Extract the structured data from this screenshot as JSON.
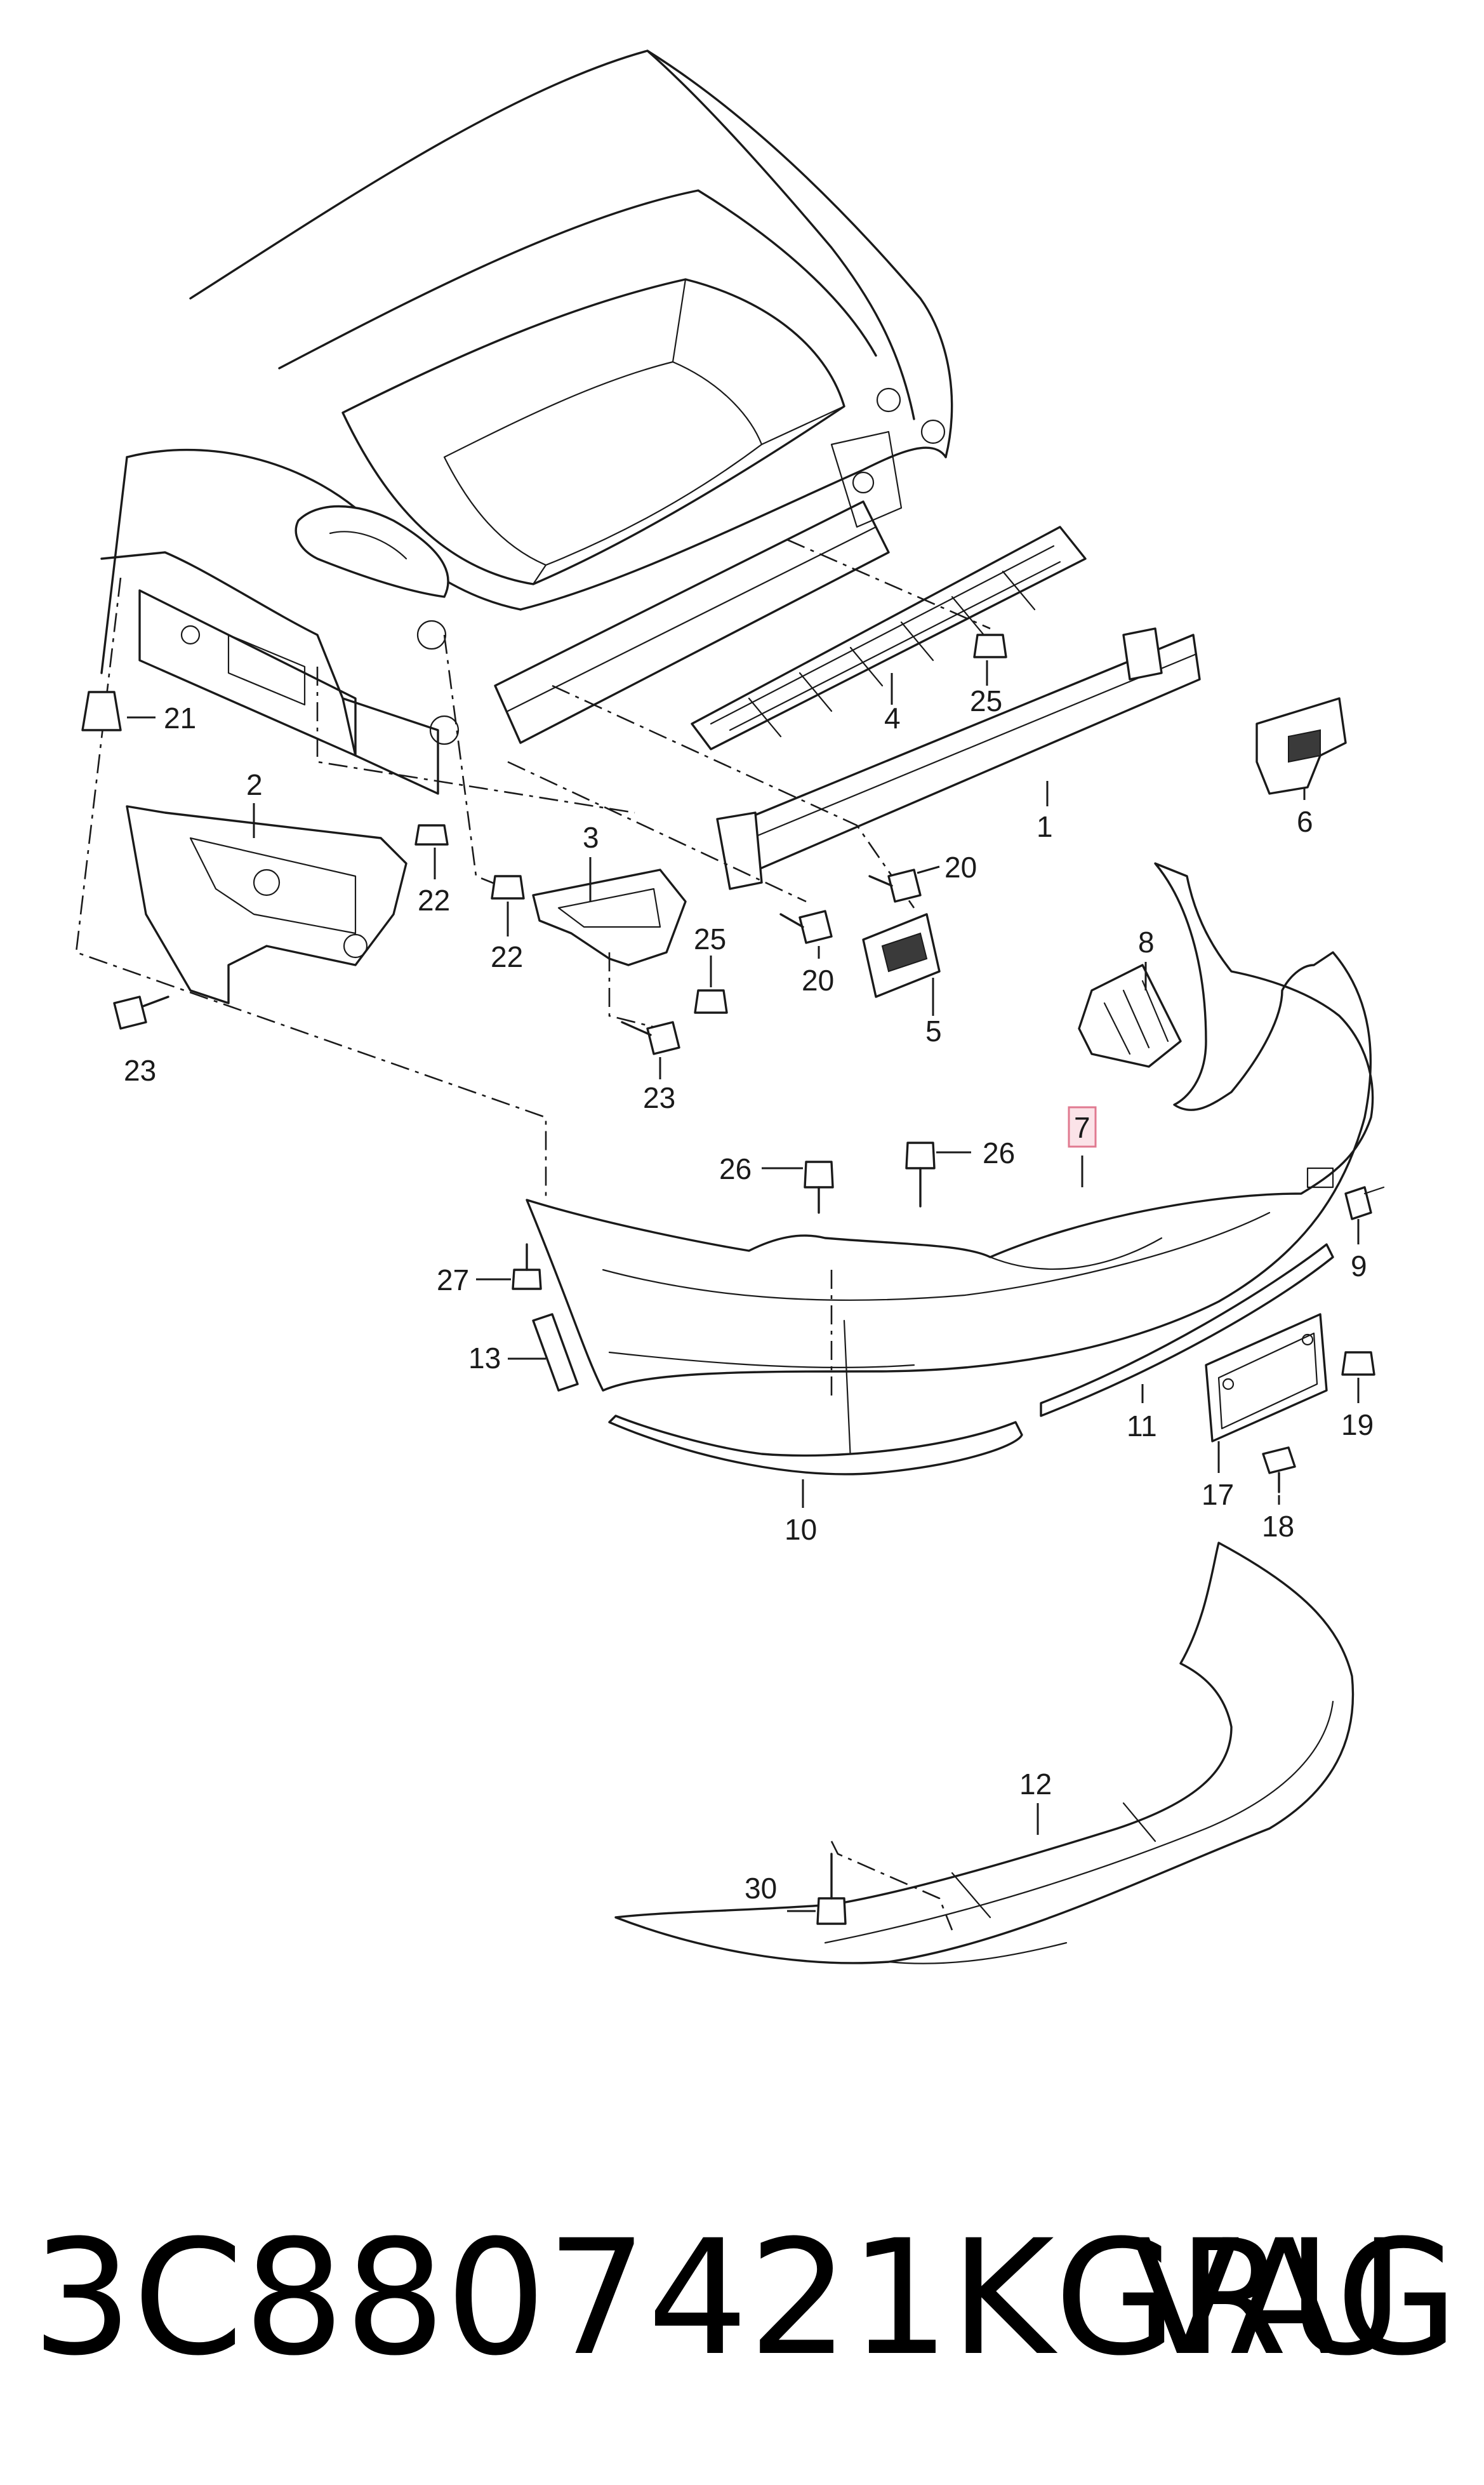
{
  "callouts": {
    "c1": "1",
    "c2": "2",
    "c3": "3",
    "c4": "4",
    "c5": "5",
    "c6": "6",
    "c7": "7",
    "c8": "8",
    "c9": "9",
    "c10": "10",
    "c11": "11",
    "c12": "12",
    "c13": "13",
    "c17": "17",
    "c18": "18",
    "c19": "19",
    "c20a": "20",
    "c20b": "20",
    "c21": "21",
    "c22a": "22",
    "c22b": "22",
    "c23a": "23",
    "c23b": "23",
    "c25a": "25",
    "c25b": "25",
    "c26a": "26",
    "c26b": "26",
    "c27": "27",
    "c30": "30"
  },
  "highlighted_callout": "7",
  "highlight_color": "#e07a90",
  "footer": {
    "part_number": "3C8807421KGRU",
    "brand": "VAG"
  }
}
